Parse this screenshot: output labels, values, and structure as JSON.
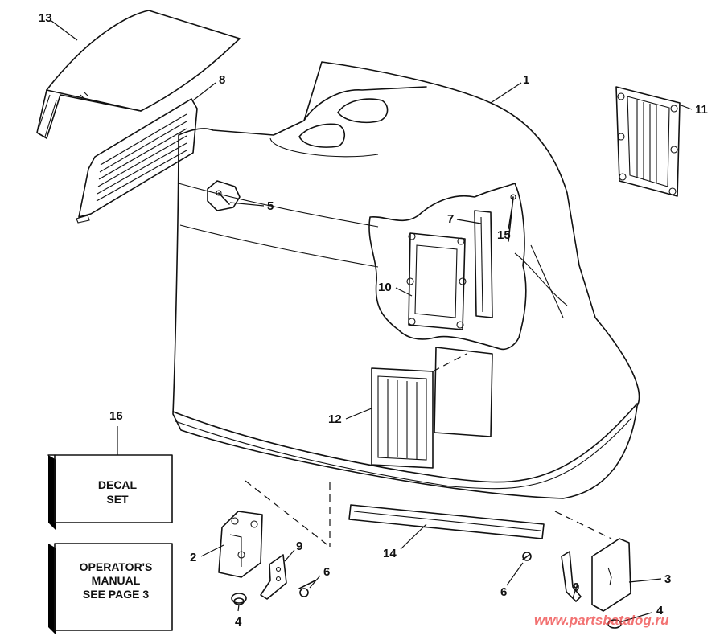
{
  "callouts": {
    "c1": "1",
    "c2": "2",
    "c3": "3",
    "c4a": "4",
    "c4b": "4",
    "c5": "5",
    "c6a": "6",
    "c6b": "6",
    "c7": "7",
    "c8": "8",
    "c9a": "9",
    "c9b": "9",
    "c10": "10",
    "c11": "11",
    "c12": "12",
    "c13": "13",
    "c14": "14",
    "c15": "15",
    "c16": "16"
  },
  "decal_box": {
    "line1": "DECAL",
    "line2": "SET"
  },
  "manual_box": {
    "line1": "OPERATOR'S",
    "line2": "MANUAL",
    "line3": "SEE PAGE 3"
  },
  "watermark": "www.partsbatalog.ru"
}
